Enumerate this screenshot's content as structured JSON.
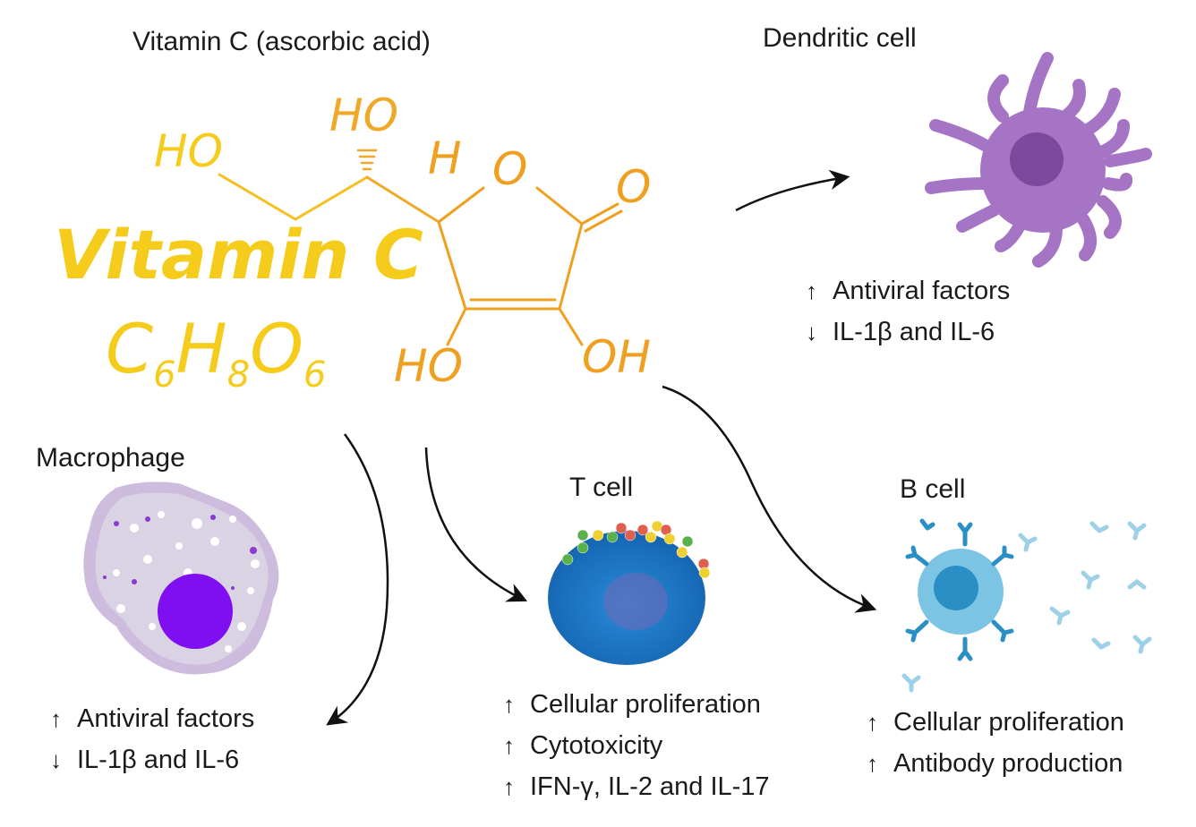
{
  "colors": {
    "yellow": "#f5cc1c",
    "orange": "#f0a020",
    "dendritic": "#a574c4",
    "dendritic_nucleus": "#7b4a9c",
    "macrophage": "#cdbcdd",
    "macrophage_inner": "#dad3e3",
    "macrophage_nucleus": "#7f0ff0",
    "tcell": "#1f7fc8",
    "bcell": "#7cc4e4",
    "bcell_nucleus": "#2a8fc4",
    "text": "#1a1a1a"
  },
  "header": {
    "title": "Vitamin C (ascorbic acid)"
  },
  "molecule": {
    "name_script": "Vitamin C",
    "formula": {
      "c": "C",
      "c_n": "6",
      "h": "H",
      "h_n": "8",
      "o": "O",
      "o_n": "6"
    },
    "atoms": {
      "ho_left": "HO",
      "ho_top": "HO",
      "h": "H",
      "o_ring": "O",
      "o_carbonyl": "O",
      "ho_bottom": "HO",
      "oh_bottom": "OH"
    }
  },
  "cells": {
    "dendritic": {
      "title": "Dendritic cell",
      "effects": [
        {
          "direction": "up",
          "glyph": "↑",
          "text": "Antiviral factors"
        },
        {
          "direction": "down",
          "glyph": "↓",
          "text": "IL-1β and IL-6"
        }
      ]
    },
    "macrophage": {
      "title": "Macrophage",
      "effects": [
        {
          "direction": "up",
          "glyph": "↑",
          "text": "Antiviral factors"
        },
        {
          "direction": "down",
          "glyph": "↓",
          "text": "IL-1β and IL-6"
        }
      ]
    },
    "tcell": {
      "title": "T cell",
      "effects": [
        {
          "direction": "up",
          "glyph": "↑",
          "text": "Cellular proliferation"
        },
        {
          "direction": "up",
          "glyph": "↑",
          "text": "Cytotoxicity"
        },
        {
          "direction": "up",
          "glyph": "↑",
          "text": "IFN-γ, IL-2 and IL-17"
        }
      ]
    },
    "bcell": {
      "title": "B cell",
      "effects": [
        {
          "direction": "up",
          "glyph": "↑",
          "text": "Cellular proliferation"
        },
        {
          "direction": "up",
          "glyph": "↑",
          "text": "Antibody production"
        }
      ]
    }
  }
}
